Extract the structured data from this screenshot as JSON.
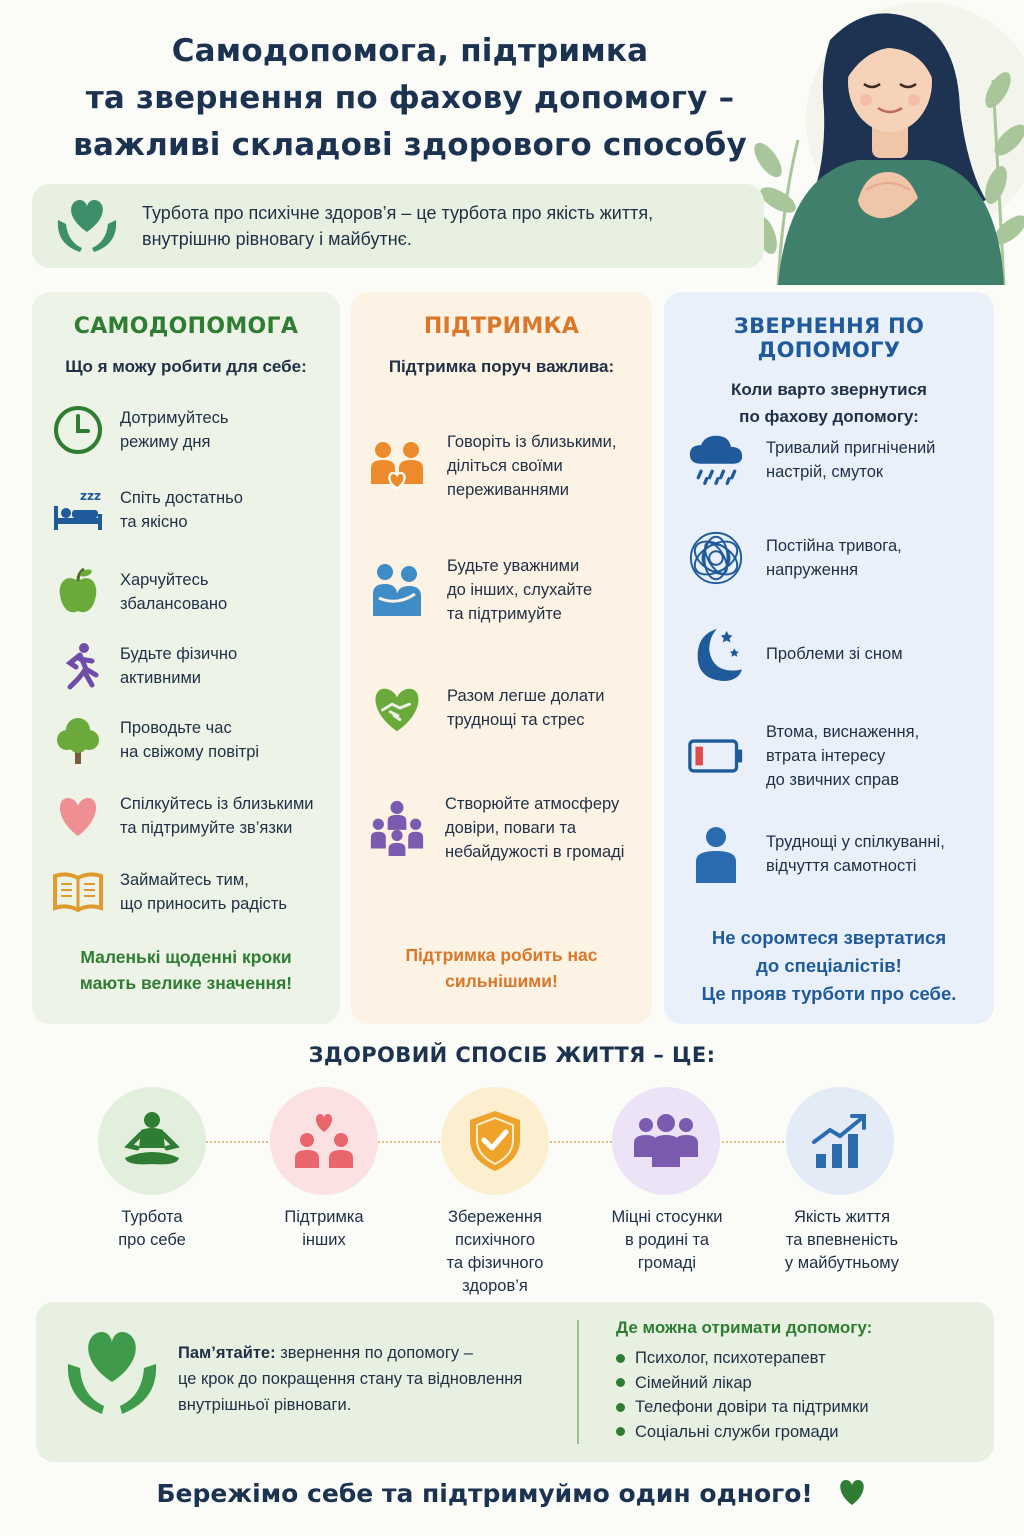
{
  "header": {
    "title_lines": [
      "Самодопомога, підтримка",
      "та звернення по фахову допомогу –",
      "важливі складові здорового способу життя"
    ]
  },
  "intro": {
    "line1": "Турбота про психічне здоров’я – це турбота про якість життя,",
    "line2": "внутрішню рівновагу і майбутнє."
  },
  "columns": {
    "self_help": {
      "title": "САМОДОПОМОГА",
      "subtitle": "Що я можу робити для себе:",
      "items": [
        {
          "l1": "Дотримуйтесь",
          "l2": "режиму дня",
          "icon": "clock-icon"
        },
        {
          "l1": "Спіть достатньо",
          "l2": "та якісно",
          "icon": "sleep-icon"
        },
        {
          "l1": "Харчуйтесь",
          "l2": "збалансовано",
          "icon": "apple-icon"
        },
        {
          "l1": "Будьте фізично",
          "l2": "активними",
          "icon": "runner-icon"
        },
        {
          "l1": "Проводьте час",
          "l2": "на свіжому повітрі",
          "icon": "tree-icon"
        },
        {
          "l1": "Спілкуйтесь із близькими",
          "l2": "та підтримуйте зв’язки",
          "icon": "heart-icon"
        },
        {
          "l1": "Займайтесь тим,",
          "l2": "що приносить радість",
          "icon": "book-icon"
        }
      ],
      "footer_l1": "Маленькі щоденні кроки",
      "footer_l2": "мають велике значення!",
      "color": "#2e7d32"
    },
    "support": {
      "title": "ПІДТРИМКА",
      "subtitle": "Підтримка поруч важлива:",
      "items": [
        {
          "l1": "Говоріть із близькими,",
          "l2": "діліться своїми",
          "l3": "переживаннями",
          "icon": "family-heart-icon"
        },
        {
          "l1": "Будьте уважними",
          "l2": "до інших, слухайте",
          "l3": "та підтримуйте",
          "icon": "hug-icon"
        },
        {
          "l1": "Разом легше долати",
          "l2": "труднощі та стрес",
          "icon": "handshake-heart-icon"
        },
        {
          "l1": "Створюйте атмосферу",
          "l2": "довіри, поваги та",
          "l3": "небайдужості в громаді",
          "icon": "community-icon"
        }
      ],
      "footer_l1": "Підтримка робить нас",
      "footer_l2": "сильнішими!",
      "color": "#d9772b"
    },
    "help": {
      "title": "ЗВЕРНЕННЯ ПО ДОПОМОГУ",
      "subtitle_l1": "Коли варто звернутися",
      "subtitle_l2": "по фахову допомогу:",
      "items": [
        {
          "l1": "Тривалий пригнічений",
          "l2": "настрій, смуток",
          "icon": "rain-cloud-icon"
        },
        {
          "l1": "Постійна тривога,",
          "l2": "напруження",
          "icon": "tangle-icon"
        },
        {
          "l1": "Проблеми зі сном",
          "icon": "moon-icon"
        },
        {
          "l1": "Втома, виснаження,",
          "l2": "втрата інтересу",
          "l3": "до звичних справ",
          "icon": "low-battery-icon"
        },
        {
          "l1": "Труднощі у спілкуванні,",
          "l2": "відчуття самотності",
          "icon": "person-icon"
        }
      ],
      "footer_l1": "Не соромтеся звертатися",
      "footer_l2": "до спеціалістів!",
      "footer_l3": "Це прояв турботи про себе.",
      "color": "#1f5b9a"
    }
  },
  "healthy": {
    "title": "ЗДОРОВИЙ СПОСІБ ЖИТТЯ – ЦЕ:",
    "items": [
      {
        "lines": [
          "Турбота",
          "про себе"
        ],
        "icon": "meditation-icon",
        "bg": "#e3efdd"
      },
      {
        "lines": [
          "Підтримка",
          "інших"
        ],
        "icon": "people-heart-icon",
        "bg": "#fbe1e1"
      },
      {
        "lines": [
          "Збереження",
          "психічного",
          "та фізичного",
          "здоров’я"
        ],
        "icon": "shield-check-icon",
        "bg": "#fcefcf"
      },
      {
        "lines": [
          "Міцні стосунки",
          "в родині та",
          "громаді"
        ],
        "icon": "group-icon",
        "bg": "#ece4f6"
      },
      {
        "lines": [
          "Якість життя",
          "та впевненість",
          "у майбутньому"
        ],
        "icon": "growth-chart-icon",
        "bg": "#e2ebf6"
      }
    ]
  },
  "remember": {
    "bold": "Пам’ятайте:",
    "l1": " звернення по допомогу –",
    "l2": "це крок до покращення стану та відновлення",
    "l3": "внутрішньої рівноваги.",
    "where_title": "Де можна отримати допомогу:",
    "where_items": [
      "Психолог, психотерапевт",
      "Сімейний лікар",
      "Телефони довіри та підтримки",
      "Соціальні служби громади"
    ]
  },
  "footer": {
    "text": "Бережімо себе та підтримуймо один одного!"
  }
}
